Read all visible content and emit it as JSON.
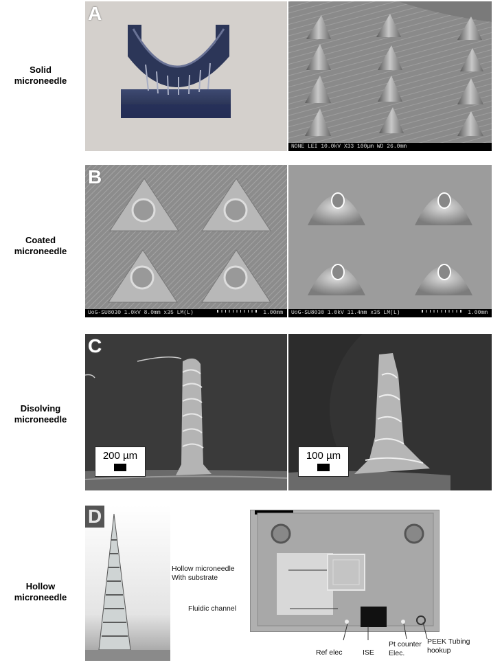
{
  "rows": [
    {
      "id": "A",
      "label_line1": "Solid",
      "label_line2": "microneedle"
    },
    {
      "id": "B",
      "label_line1": "Coated",
      "label_line2": "microneedle"
    },
    {
      "id": "C",
      "label_line1": "Disolving",
      "label_line2": "microneedle"
    },
    {
      "id": "D",
      "label_line1": "Hollow",
      "label_line2": "microneedle"
    }
  ],
  "panel_letters": {
    "a": "A",
    "b": "B",
    "c": "C",
    "d": "D"
  },
  "panelA": {
    "sem_bar_text": "NONE      LEI   10.0kV   X33    100µm   WD 26.0mm"
  },
  "panelB": {
    "left_info": "UoG-SU8030 1.0kV 8.0mm x35 LM(L)",
    "left_scale": "1.00mm",
    "right_info": "UoG-SU8030 1.0kV 11.4mm x35 LM(L)",
    "right_scale": "1.00mm"
  },
  "panelC": {
    "left_scale": "200 µm",
    "right_scale": "100 µm"
  },
  "panelD": {
    "hollow_line1": "Hollow microneedle",
    "hollow_line2": "With substrate",
    "fluidic": "Fluidic channel",
    "ref_elec": "Ref elec",
    "ise": "ISE",
    "pt_line1": "Pt counter",
    "pt_line2": "Elec.",
    "peek_line1": "PEEK Tubing",
    "peek_line2": "hookup"
  },
  "colors": {
    "sem_gray": "#8a8a8a",
    "dark_bg": "#3a3a3a",
    "device_bg": "#b8b8b8",
    "black": "#000000"
  }
}
